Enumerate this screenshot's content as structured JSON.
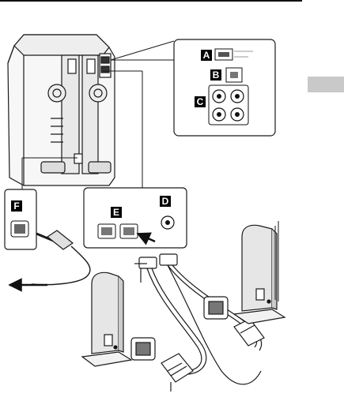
{
  "labels": {
    "a": "A",
    "b": "B",
    "c": "C",
    "d": "D",
    "e": "E",
    "f": "F"
  },
  "colors": {
    "line": "#1a1a1a",
    "label_bg": "#000000",
    "label_text": "#ffffff",
    "speaker_fill": "#e6e6e6",
    "side_tab": "#c9c9c9"
  }
}
